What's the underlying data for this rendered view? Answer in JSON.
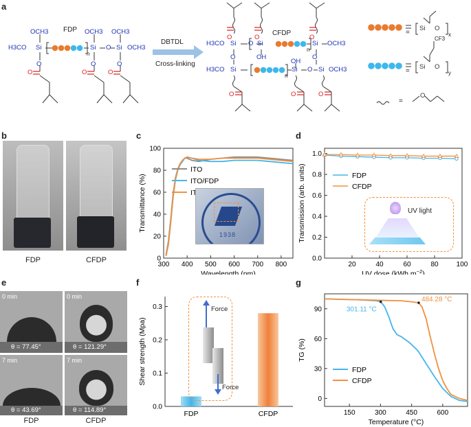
{
  "panels": {
    "a": "a",
    "b": "b",
    "c": "c",
    "d": "d",
    "e": "e",
    "f": "f",
    "g": "g"
  },
  "scheme": {
    "fdp_label": "FDP",
    "cfdp_label": "CFDP",
    "och3": "OCH3",
    "h3co": "H3CO",
    "si": "Si",
    "o": "O",
    "oh": "OH",
    "n_sub": "n",
    "catalyst": "DBTDL",
    "process": "Cross-linking",
    "x_sub": "x",
    "y_sub": "y",
    "cf3": "CF3",
    "colors": {
      "orange": "#E97B2E",
      "blue": "#3DB8EC",
      "red": "#D81E1E",
      "navy": "#1A2FB4",
      "arrow": "#9CC2E5"
    }
  },
  "panel_b": {
    "captions": [
      "FDP",
      "CFDP"
    ]
  },
  "panel_e": {
    "captions": [
      "FDP",
      "CFDP"
    ],
    "tiles": [
      {
        "time": "0 min",
        "angle": "θ = 77.45°"
      },
      {
        "time": "0 min",
        "angle": "θ = 121.29°"
      },
      {
        "time": "7 min",
        "angle": "θ = 43.69°"
      },
      {
        "time": "7 min",
        "angle": "θ = 114.89°"
      }
    ]
  },
  "panel_c_inset": {
    "year_text": "1938"
  },
  "panel_d_inset": {
    "label": "UV light"
  },
  "panel_f_inset": {
    "top": "Force",
    "bottom": "Force"
  },
  "chart_data": [
    {
      "id": "c",
      "type": "line",
      "xlabel": "Wavelength (nm)",
      "ylabel": "Transmittance (%)",
      "xlim": [
        300,
        850
      ],
      "ylim": [
        0,
        100
      ],
      "xticks": [
        300,
        400,
        500,
        600,
        700,
        800
      ],
      "yticks": [
        0,
        20,
        40,
        60,
        80,
        100
      ],
      "legend": "center-left",
      "series": [
        {
          "name": "ITO",
          "color": "#8C8C8C",
          "x": [
            310,
            320,
            330,
            340,
            350,
            360,
            370,
            380,
            390,
            400,
            420,
            450,
            500,
            550,
            600,
            650,
            700,
            750,
            800,
            850
          ],
          "y": [
            3,
            15,
            35,
            58,
            73,
            81,
            86,
            89,
            91,
            91,
            89,
            88,
            90,
            91,
            92,
            92,
            92,
            91,
            90,
            89
          ]
        },
        {
          "name": "ITO/FDP",
          "color": "#45B5E8",
          "x": [
            310,
            320,
            330,
            340,
            350,
            360,
            370,
            380,
            390,
            400,
            420,
            450,
            500,
            550,
            600,
            650,
            700,
            750,
            800,
            850
          ],
          "y": [
            2,
            12,
            32,
            55,
            71,
            80,
            85,
            88,
            91,
            92,
            91,
            89,
            88,
            88,
            89,
            89,
            89,
            88,
            87,
            86
          ]
        },
        {
          "name": "ITO/CFDP",
          "color": "#F0903F",
          "x": [
            310,
            320,
            330,
            340,
            350,
            360,
            370,
            380,
            390,
            400,
            420,
            450,
            500,
            550,
            600,
            650,
            700,
            750,
            800,
            850
          ],
          "y": [
            2,
            13,
            33,
            56,
            72,
            81,
            86,
            89,
            91,
            92,
            91,
            90,
            90,
            91,
            91,
            91,
            91,
            90,
            89,
            88
          ]
        }
      ]
    },
    {
      "id": "d",
      "type": "line",
      "xlabel": "UV dose (kWh m",
      "xlabel_sup": "−2",
      "xlabel_end": ")",
      "ylabel": "Transmission (arb. units)",
      "xlim": [
        0,
        100
      ],
      "ylim": [
        0,
        1.05
      ],
      "xticks": [
        20,
        40,
        60,
        80,
        100
      ],
      "yticks": [
        0.0,
        0.2,
        0.4,
        0.6,
        0.8,
        1.0
      ],
      "legend": "upper-left",
      "series": [
        {
          "name": "FDP",
          "color": "#45B5E8",
          "marker": "circle",
          "x": [
            0,
            12,
            24,
            36,
            48,
            60,
            72,
            84,
            96
          ],
          "y": [
            0.985,
            0.975,
            0.97,
            0.965,
            0.96,
            0.96,
            0.955,
            0.955,
            0.95
          ]
        },
        {
          "name": "CFDP",
          "color": "#F0903F",
          "marker": "triangle",
          "x": [
            0,
            12,
            24,
            36,
            48,
            60,
            72,
            84,
            96
          ],
          "y": [
            0.99,
            0.99,
            0.985,
            0.985,
            0.98,
            0.98,
            0.975,
            0.975,
            0.975
          ]
        }
      ]
    },
    {
      "id": "f",
      "type": "bar",
      "ylabel": "Shear strength (Mpa)",
      "categories": [
        "FDP",
        "CFDP"
      ],
      "values": [
        0.03,
        0.28
      ],
      "colors": [
        "#45B5E8",
        "#F0903F"
      ],
      "ylim": [
        0,
        0.33
      ],
      "yticks": [
        0.0,
        0.1,
        0.2,
        0.3
      ]
    },
    {
      "id": "g",
      "type": "line",
      "xlabel": "Temperature (°C)",
      "ylabel": "TG (%)",
      "xlim": [
        30,
        720
      ],
      "ylim": [
        -8,
        105
      ],
      "xticks": [
        150,
        300,
        450,
        600
      ],
      "yticks": [
        0,
        30,
        60,
        90
      ],
      "legend": "lower-left",
      "annotations": [
        {
          "text": "301.11 °C",
          "x": 301.11,
          "y": 96,
          "color": "#45B5E8"
        },
        {
          "text": "484.28 °C",
          "x": 484.28,
          "y": 96,
          "color": "#F0903F"
        }
      ],
      "series": [
        {
          "name": "FDP",
          "color": "#45B5E8",
          "x": [
            30,
            100,
            200,
            280,
            301,
            320,
            340,
            360,
            380,
            400,
            440,
            480,
            520,
            560,
            600,
            640,
            680,
            720
          ],
          "y": [
            100,
            99.5,
            99,
            98,
            97,
            92,
            82,
            70,
            64,
            62,
            56,
            48,
            35,
            22,
            10,
            2,
            -2,
            -3
          ]
        },
        {
          "name": "CFDP",
          "color": "#F0903F",
          "x": [
            30,
            100,
            200,
            300,
            400,
            450,
            484,
            500,
            520,
            540,
            560,
            580,
            600,
            620,
            640,
            680,
            720
          ],
          "y": [
            100,
            99.5,
            99,
            98.5,
            98,
            97,
            96,
            92,
            80,
            62,
            45,
            30,
            18,
            10,
            4,
            0,
            -2
          ]
        }
      ]
    }
  ]
}
